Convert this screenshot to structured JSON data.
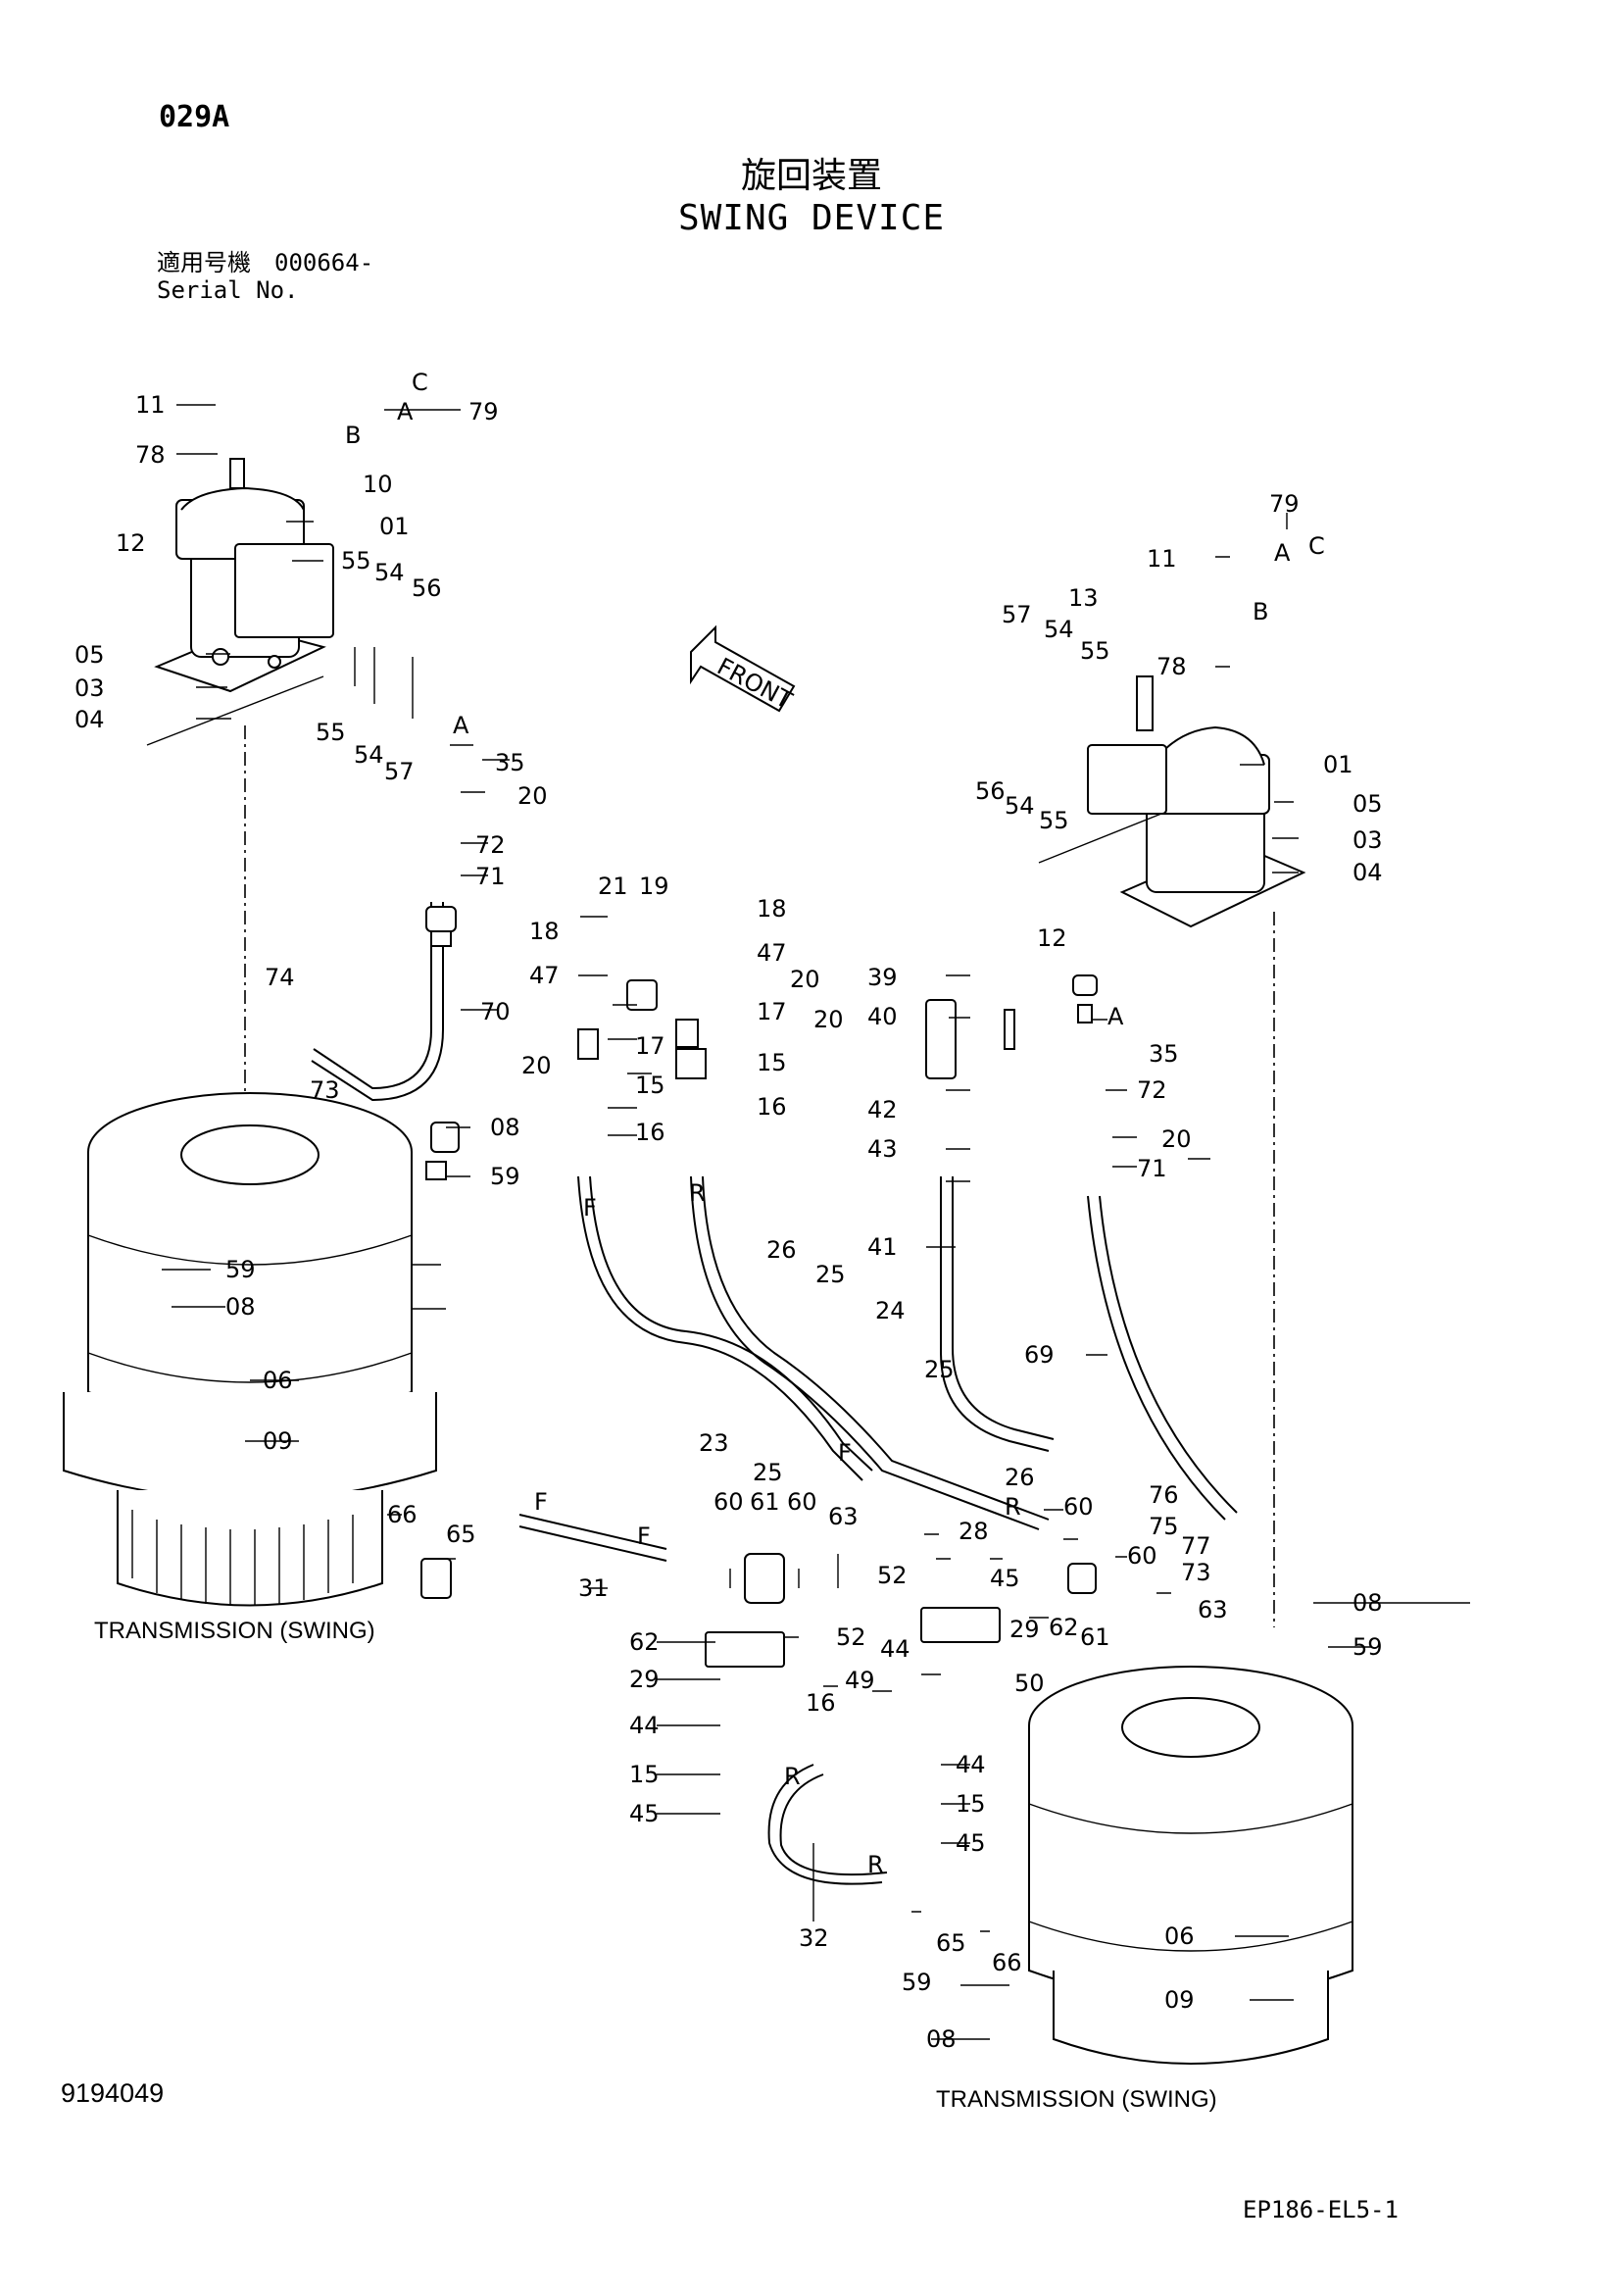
{
  "header": {
    "page_code": "029A",
    "title_ja": "旋回装置",
    "title_en": "SWING DEVICE",
    "serial_ja": "適用号機　000664-",
    "serial_en": "Serial No."
  },
  "footer": {
    "drawing_number": "9194049",
    "sheet_code": "EP186-EL5-1"
  },
  "labels": {
    "transmission_left": "TRANSMISSION (SWING)",
    "transmission_right": "TRANSMISSION (SWING)",
    "front_arrow": "FRONT",
    "sub_a": "A",
    "sub_b": "B",
    "sub_c": "C",
    "hose_f": "F",
    "hose_r": "R"
  },
  "callouts": [
    "11",
    "78",
    "12",
    "05",
    "03",
    "04",
    "10",
    "01",
    "55",
    "54",
    "56",
    "57",
    "35",
    "20",
    "72",
    "71",
    "74",
    "73",
    "70",
    "79",
    "21",
    "19",
    "18",
    "47",
    "17",
    "15",
    "16",
    "39",
    "40",
    "42",
    "43",
    "41",
    "26",
    "25",
    "24",
    "23",
    "69",
    "13",
    "08",
    "59",
    "06",
    "09",
    "66",
    "65",
    "31",
    "60",
    "61",
    "63",
    "28",
    "76",
    "75",
    "77",
    "62",
    "52",
    "45",
    "29",
    "44",
    "49",
    "50",
    "32"
  ]
}
